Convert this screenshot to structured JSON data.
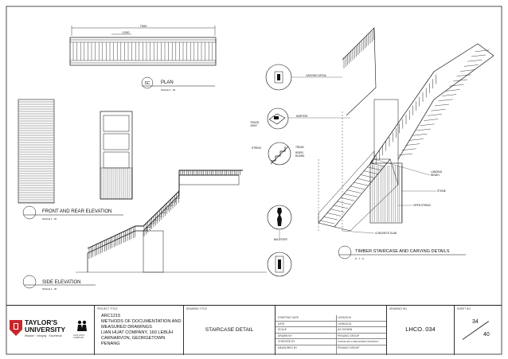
{
  "views": {
    "plan": {
      "badge": "SC",
      "title": "PLAN",
      "scale": "SCALE 1 : 20",
      "dim_overall": "7000",
      "dim_part": "1200"
    },
    "front_rear": {
      "title": "FRONT AND REAR ELEVATION",
      "scale": "SCALE 1 : 20"
    },
    "side": {
      "title": "SIDE ELEVATION",
      "scale": "SCALE 1 : 20"
    },
    "isometric": {
      "title": "TIMBER STAIRCASE AND CARVING DETAILS",
      "scale": "N . T . S"
    }
  },
  "callouts": {
    "carving_detail": "CARVING DETAIL",
    "mortise": "MORTISE",
    "tenon_joint": [
      "TENON",
      "JOINT"
    ],
    "string": "STRING",
    "tread": "TREAD",
    "riser_board": [
      "RISER",
      "BOARD"
    ],
    "baluster": "BALUSTER",
    "landing_newel": [
      "LANDING",
      "NEWEL"
    ],
    "stone": "STONE",
    "open_string": "OPEN STRING",
    "concrete_slab": "CONCRETE SLAB"
  },
  "title_block": {
    "university": [
      "TAYLOR'S",
      "UNIVERSITY"
    ],
    "tagline": "Wisdom · Integrity · Excellence",
    "company_caption": "LIAN HUAT COMPANY",
    "project_title_label": "PROJECT TITLE",
    "project_lines": [
      "ARC1215",
      "METHODS OF DOCUMENTATION AND",
      "MEASURED DRAWINGS",
      "LIAN HUAT COMPANY, 160 LEBUH",
      "CARNARVON, GEORGETOWN",
      "PENANG"
    ],
    "drawing_title_label": "DRAWING TITLE",
    "drawing_title": "STAIRCASE DETAIL",
    "info_rows": [
      {
        "label": "STARTING DATE",
        "value": "10/03/2015"
      },
      {
        "label": "DATE",
        "value": "19/05/2015"
      },
      {
        "label": "SCALE",
        "value": "AS SHOWN"
      },
      {
        "label": "DRAWN BY",
        "value": "PENANG GROUP"
      },
      {
        "label": "CHECKED BY",
        "value": "SURVEYED & MEASURED DRAWING"
      },
      {
        "label": "MEASURED BY",
        "value": "PENANG GROUP"
      }
    ],
    "drawing_no_label": "DRAWING NO.",
    "drawing_no": "LHCO. 034",
    "sheet_label": "SHEET NO.",
    "sheet_no": "34",
    "sheet_total": "40"
  },
  "colors": {
    "ink": "#111111",
    "paper": "#ffffff",
    "university_red": "#c8262b"
  }
}
